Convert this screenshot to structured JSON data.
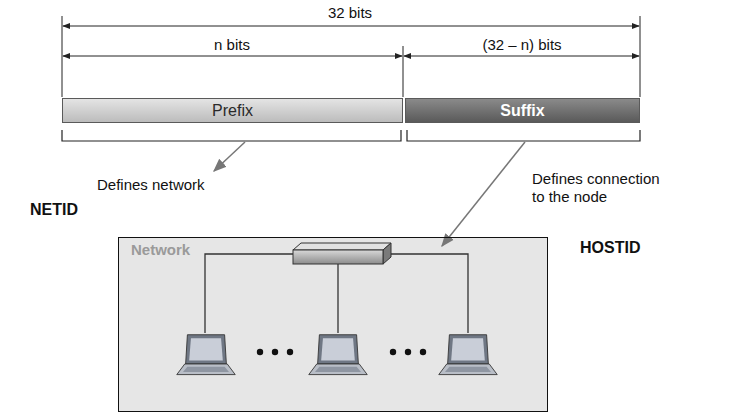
{
  "diagram": {
    "nodes": [
      {
        "text": [
          "Prefix"
        ]
      },
      {
        "text": [
          "Suffix"
        ]
      },
      {
        "text": [
          "Network"
        ]
      }
    ],
    "labels": [
      "32 bits",
      "n bits",
      "(32 – n) bits",
      "Defines network",
      "NETID",
      "Defines connection to the node",
      "HOSTID"
    ]
  }
}
